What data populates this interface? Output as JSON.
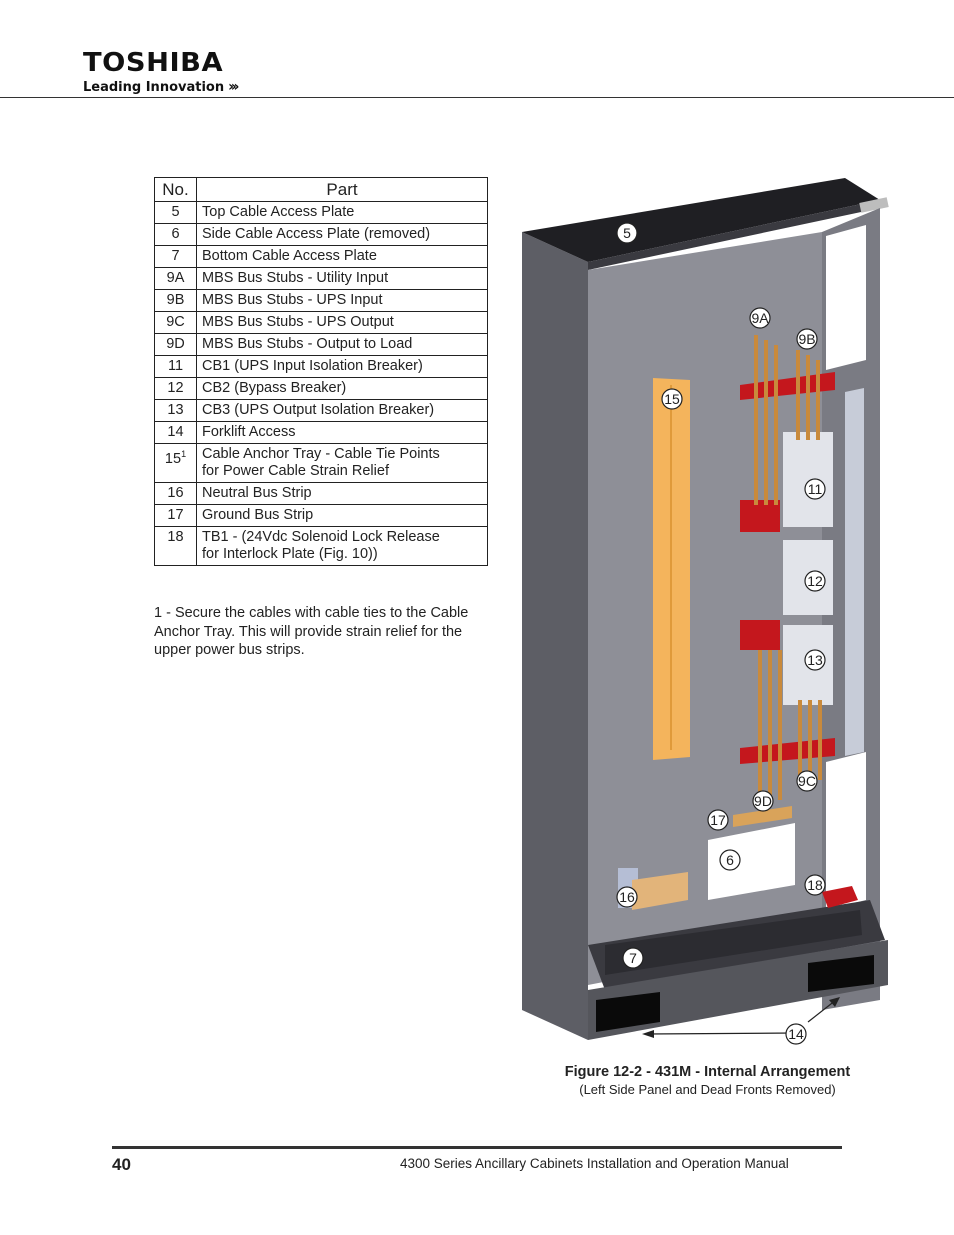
{
  "header": {
    "brand": "TOSHIBA",
    "tagline": "Leading Innovation",
    "tagline_chevrons": "›››"
  },
  "parts_table": {
    "headers": {
      "no": "No.",
      "part": "Part"
    },
    "rows": [
      {
        "no": "5",
        "part": "Top Cable Access Plate"
      },
      {
        "no": "6",
        "part": "Side Cable Access Plate (removed)"
      },
      {
        "no": "7",
        "part": "Bottom Cable Access Plate"
      },
      {
        "no": "9A",
        "part": "MBS Bus Stubs - Utility Input"
      },
      {
        "no": "9B",
        "part": "MBS Bus Stubs - UPS Input"
      },
      {
        "no": "9C",
        "part": "MBS Bus Stubs - UPS Output"
      },
      {
        "no": "9D",
        "part": "MBS Bus Stubs - Output to Load"
      },
      {
        "no": "11",
        "part": "CB1 (UPS Input Isolation Breaker)"
      },
      {
        "no": "12",
        "part": "CB2 (Bypass Breaker)"
      },
      {
        "no": "13",
        "part": "CB3 (UPS Output Isolation Breaker)"
      },
      {
        "no": "14",
        "part": "Forklift Access"
      },
      {
        "no": "15",
        "sup": "1",
        "part": "Cable Anchor Tray - Cable Tie Points",
        "part_line2": "for Power Cable Strain Relief"
      },
      {
        "no": "16",
        "part": "Neutral Bus Strip"
      },
      {
        "no": "17",
        "part": "Ground Bus Strip"
      },
      {
        "no": "18",
        "part": "TB1 - (24Vdc Solenoid Lock Release",
        "part_line2": "for Interlock Plate (Fig. 10))"
      }
    ]
  },
  "footnote": "1 - Secure the cables with cable ties to the Cable Anchor Tray.  This will provide strain relief for the upper power bus strips.",
  "figure": {
    "callouts": [
      "5",
      "9A",
      "9B",
      "15",
      "11",
      "12",
      "13",
      "9C",
      "9D",
      "17",
      "6",
      "18",
      "16",
      "7",
      "14"
    ],
    "caption_title": "Figure 12-2 - 431M - Internal Arrangement",
    "caption_sub": "(Left Side Panel and Dead Fronts Removed)",
    "colors": {
      "cabinet": "#6f7078",
      "interior": "#95969e",
      "copper": "#c98a3c",
      "red": "#c4171d",
      "tray": "#f4b45c",
      "breaker": "#e2e4ea"
    }
  },
  "footer": {
    "page_number": "40",
    "manual_title": "4300 Series Ancillary Cabinets Installation and Operation Manual"
  }
}
